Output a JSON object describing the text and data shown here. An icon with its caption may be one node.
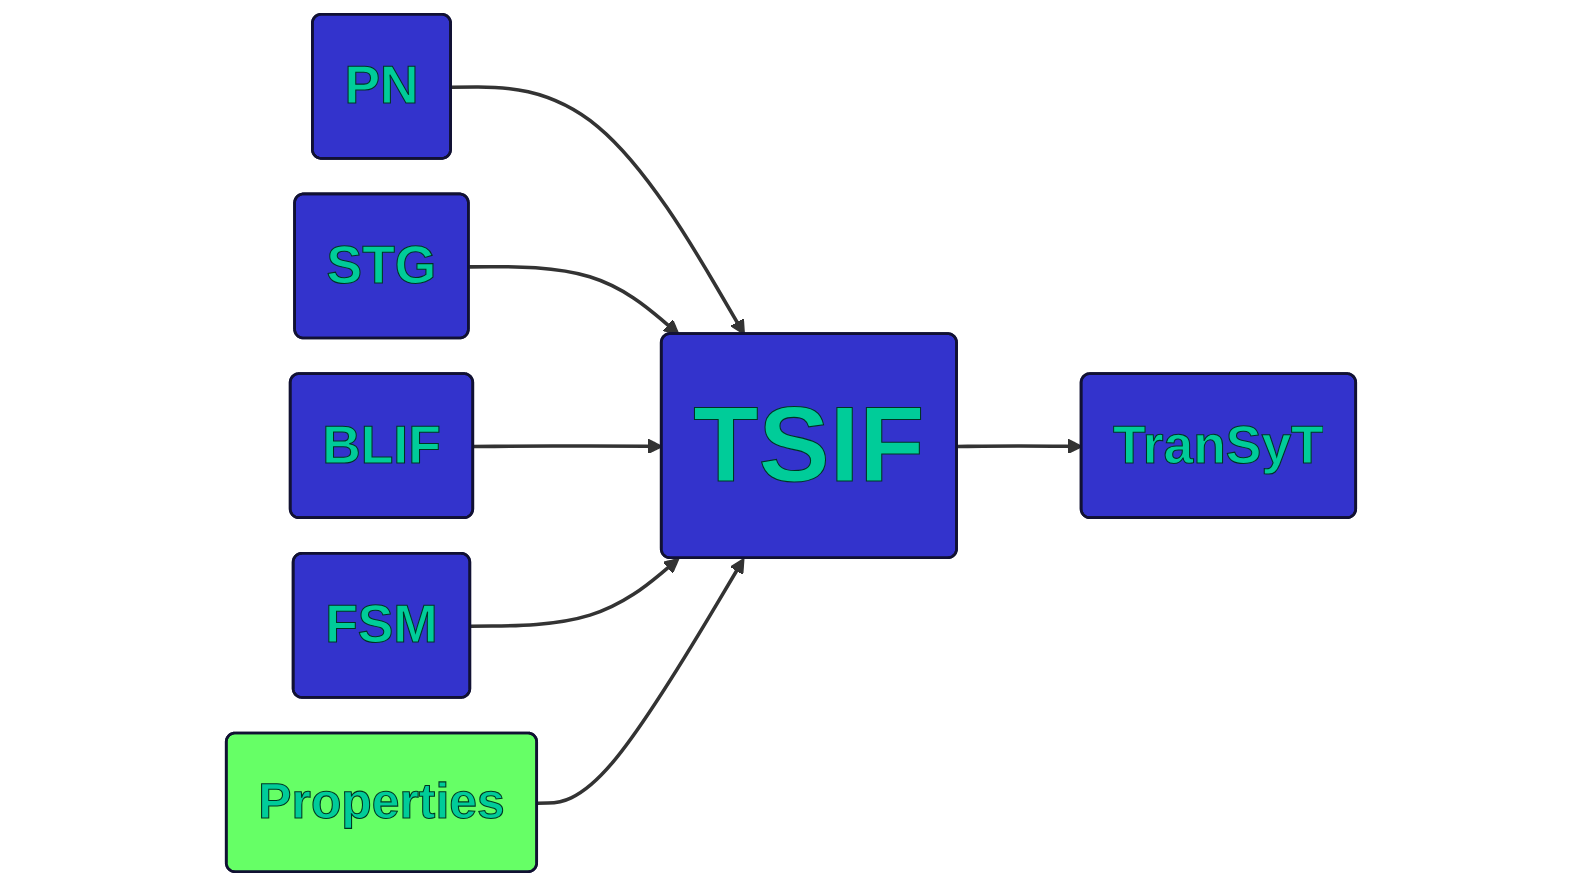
{
  "diagram": {
    "nodes": [
      {
        "text": [
          "PN"
        ]
      },
      {
        "text": [
          "STG"
        ]
      },
      {
        "text": [
          "BLIF"
        ]
      },
      {
        "text": [
          "FSM"
        ]
      },
      {
        "text": [
          "TSIF"
        ]
      },
      {
        "text": [
          "TranSyT"
        ]
      },
      {
        "text": [
          "Properties"
        ]
      }
    ],
    "edges": [
      {
        "from": 0,
        "to": 4,
        "arrow": "to"
      },
      {
        "from": 1,
        "to": 4,
        "arrow": "to"
      },
      {
        "from": 2,
        "to": 4,
        "arrow": "to"
      },
      {
        "from": 3,
        "to": 4,
        "arrow": "to"
      },
      {
        "from": 4,
        "to": 5,
        "arrow": "to"
      },
      {
        "from": 6,
        "to": 4,
        "arrow": "to"
      }
    ]
  }
}
